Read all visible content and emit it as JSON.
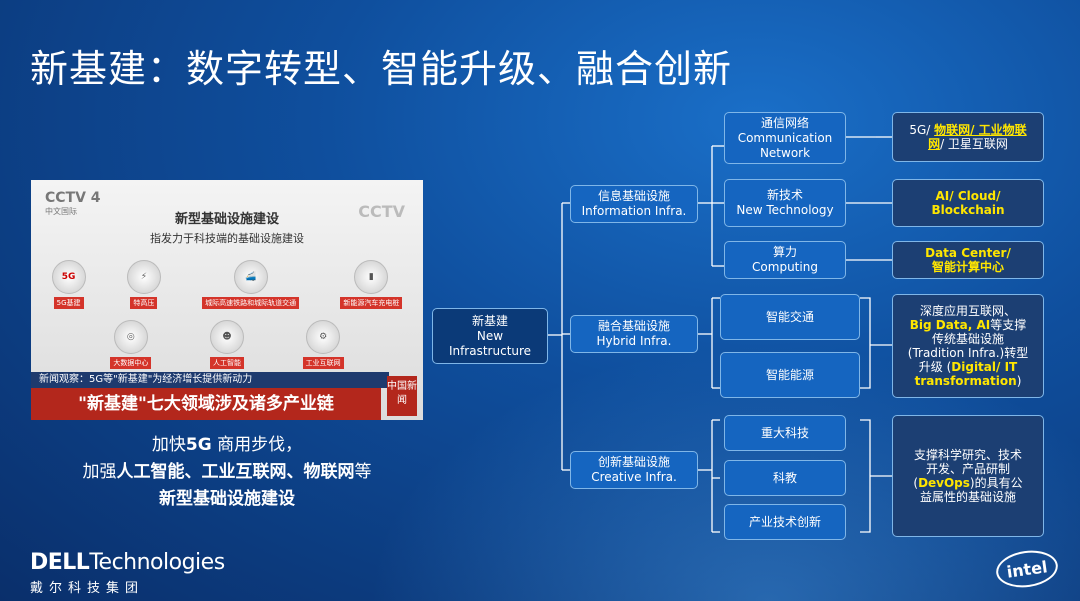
{
  "slide": {
    "title": "新基建：数字转型、智能升级、融合创新"
  },
  "video": {
    "channel_logo": "CCTV 4",
    "channel_sub": "中文国际",
    "watermark": "CCTV",
    "heading": "新型基础设施建设",
    "subheading": "指发力于科技端的基础设施建设",
    "icons_row1": [
      "5G基建",
      "特高压",
      "城际高速铁路和城际轨道交通",
      "新能源汽车充电桩"
    ],
    "icons_row2": [
      "大数据中心",
      "人工智能",
      "工业互联网"
    ],
    "ticker_small": "新闻观察：5G等\"新基建\"为经济增长提供新动力",
    "ticker_large": "\"新基建\"七大领域涉及诸多产业链",
    "corner_logo": "中国新闻"
  },
  "caption": {
    "line1_pre": "加快",
    "line1_bold": "5G",
    "line1_post": " 商用步伐，",
    "line2_pre": "加强",
    "line2_bold": "人工智能、工业互联网、物联网",
    "line2_post": "等",
    "line3_bold": "新型基础设施建设"
  },
  "diagram": {
    "root": {
      "zh": "新基建",
      "en1": "New",
      "en2": "Infrastructure"
    },
    "categories": [
      {
        "zh": "信息基础设施",
        "en": "Information Infra."
      },
      {
        "zh": "融合基础设施",
        "en": "Hybrid Infra."
      },
      {
        "zh": "创新基础设施",
        "en": "Creative Infra."
      }
    ],
    "info_items": [
      {
        "zh": "通信网络",
        "en1": "Communication",
        "en2": "Network"
      },
      {
        "zh": "新技术",
        "en1": "New Technology"
      },
      {
        "zh": "算力",
        "en1": "Computing"
      }
    ],
    "info_details": {
      "comm": {
        "p1": "5G/ ",
        "y1": "物联网/ 工业物联",
        "y2": "网",
        "p2": "/ 卫星互联网"
      },
      "tech": {
        "y1": "AI/ Cloud/",
        "y2": "Blockchain"
      },
      "compute": {
        "y1": "Data Center/",
        "y2": "智能计算中心"
      }
    },
    "hybrid_items": [
      "智能交通",
      "智能能源"
    ],
    "hybrid_detail": {
      "l1": "深度应用互联网、",
      "l2_y": "Big Data, AI",
      "l2_p": "等支撑",
      "l3": "传统基础设施",
      "l4": "(Tradition Infra.)转型",
      "l5_p": "升级 (",
      "l5_y": "Digital/ IT",
      "l6_y": "transformation",
      "l6_p": ")"
    },
    "creative_items": [
      "重大科技",
      "科教",
      "产业技术创新"
    ],
    "creative_detail": {
      "l1": "支撑科学研究、技术",
      "l2": "开发、产品研制",
      "l3_p1": "(",
      "l3_y": "DevOps",
      "l3_p2": ")的具有公",
      "l4": "益属性的基础设施"
    }
  },
  "footer": {
    "dell_bold": "DELL",
    "dell_rest": "Technologies",
    "dell_cn": "戴尔科技集团",
    "intel": "intel"
  },
  "colors": {
    "accent_yellow": "#ffe600",
    "box_blue": "#1565c0",
    "box_border": "#7fb6e8"
  }
}
